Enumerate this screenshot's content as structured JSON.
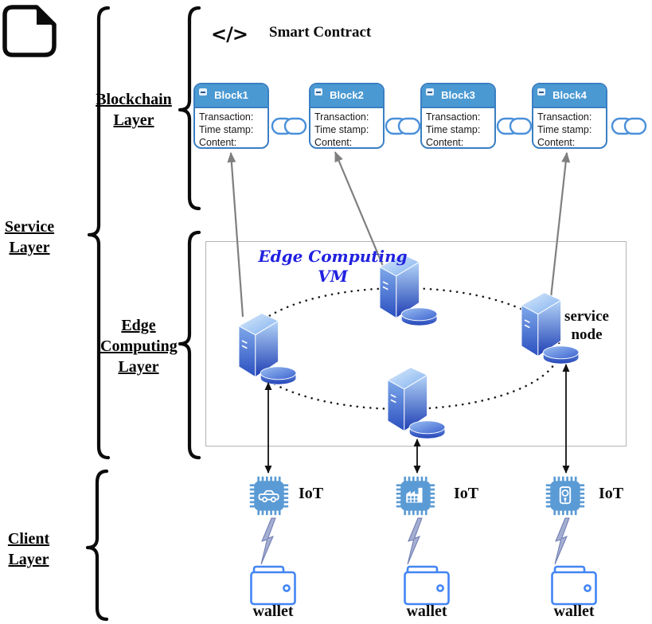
{
  "layer_labels": {
    "service": "Service Layer",
    "blockchain": "Blockchain Layer",
    "edge": "Edge Computing Layer",
    "client": "Client Layer"
  },
  "smart_contract": {
    "glyph": "</>",
    "label": "Smart Contract"
  },
  "blockchain": {
    "blocks": [
      {
        "title": "Block1",
        "fields": [
          "Transaction:",
          "Time stamp:",
          "Content:"
        ]
      },
      {
        "title": "Block2",
        "fields": [
          "Transaction:",
          "Time stamp:",
          "Content:"
        ]
      },
      {
        "title": "Block3",
        "fields": [
          "Transaction:",
          "Time stamp:",
          "Content:"
        ]
      },
      {
        "title": "Block4",
        "fields": [
          "Transaction:",
          "Time stamp:",
          "Content:"
        ]
      }
    ]
  },
  "edge_layer": {
    "vm_label": "Edge Computing VM",
    "service_node_label": "service node"
  },
  "client_layer": {
    "devices": [
      {
        "iot_label": "IoT",
        "chip": "car-chip",
        "wallet_label": "wallet"
      },
      {
        "iot_label": "IoT",
        "chip": "factory-chip",
        "wallet_label": "wallet"
      },
      {
        "iot_label": "IoT",
        "chip": "lock-chip",
        "wallet_label": "wallet"
      }
    ]
  },
  "colors": {
    "block_header": "#4a99d3",
    "block_border": "#3a7fc2",
    "chain_link": "#4a90d9",
    "vm_text": "#2121e0",
    "chip_blue": "#5b9bd5",
    "wallet_blue": "#4285f4",
    "arrow_gray": "#7f7f7f",
    "bolt_fill": "#a4aed2"
  }
}
